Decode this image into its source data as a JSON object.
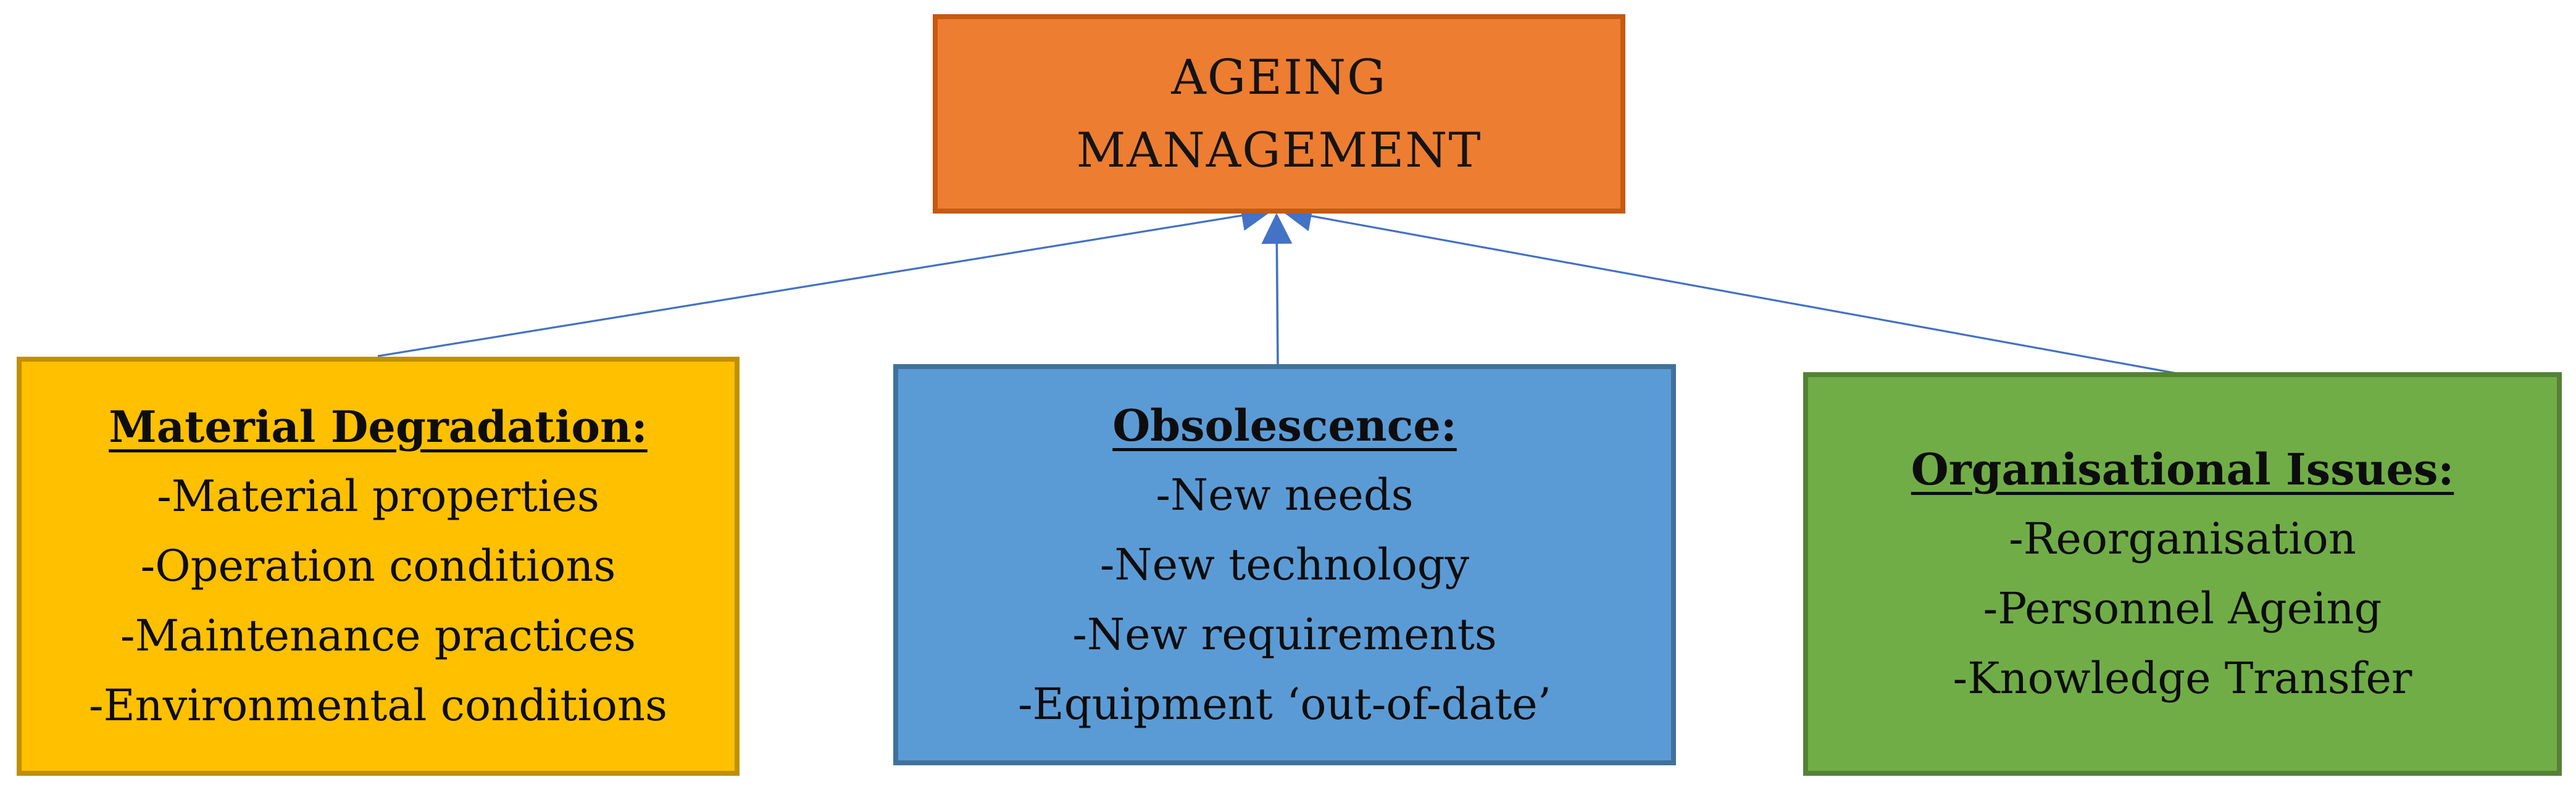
{
  "title_box": {
    "lines": [
      "AGEING",
      "MANAGEMENT"
    ],
    "fill": "#ED7D31",
    "border_color": "#C55A11",
    "text_color": "#141414"
  },
  "boxes": [
    {
      "name": "material-degradation",
      "header": "Material Degradation:",
      "items": [
        "-Material properties",
        "-Operation conditions",
        "-Maintenance practices",
        "-Environmental conditions"
      ],
      "fill": "#FFC000",
      "border_color": "#BF9000"
    },
    {
      "name": "obsolescence",
      "header": "Obsolescence:",
      "items": [
        "-New needs",
        "-New technology",
        "-New requirements",
        "-Equipment ‘out-of-date’"
      ],
      "fill": "#5B9BD5",
      "border_color": "#41719C"
    },
    {
      "name": "organisational-issues",
      "header": "Organisational Issues:",
      "items": [
        "-Reorganisation",
        "-Personnel Ageing",
        "-Knowledge Transfer"
      ],
      "fill": "#70AD47",
      "border_color": "#548235"
    }
  ],
  "arrows": {
    "color": "#4472C4"
  }
}
